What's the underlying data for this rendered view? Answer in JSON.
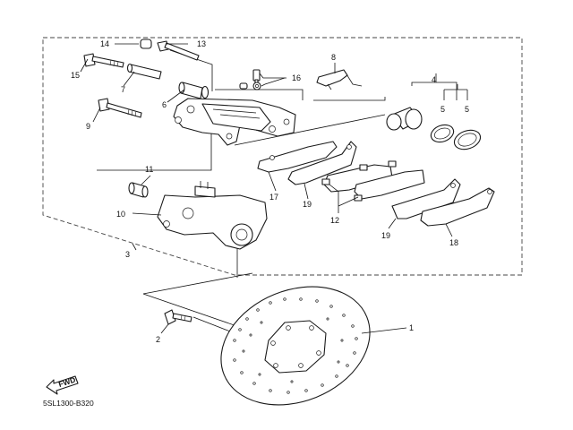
{
  "diagram": {
    "drawing_code": "5SL1300-B320",
    "fwd_label": "FWD",
    "callouts": [
      {
        "id": "c1",
        "label": "1"
      },
      {
        "id": "c2",
        "label": "2"
      },
      {
        "id": "c3",
        "label": "3"
      },
      {
        "id": "c4",
        "label": "4"
      },
      {
        "id": "c5a",
        "label": "5"
      },
      {
        "id": "c5b",
        "label": "5"
      },
      {
        "id": "c6",
        "label": "6"
      },
      {
        "id": "c7",
        "label": "7"
      },
      {
        "id": "c8",
        "label": "8"
      },
      {
        "id": "c9",
        "label": "9"
      },
      {
        "id": "c10",
        "label": "10"
      },
      {
        "id": "c11",
        "label": "11"
      },
      {
        "id": "c12",
        "label": "12"
      },
      {
        "id": "c13",
        "label": "13"
      },
      {
        "id": "c14",
        "label": "14"
      },
      {
        "id": "c15",
        "label": "15"
      },
      {
        "id": "c16",
        "label": "16"
      },
      {
        "id": "c17",
        "label": "17"
      },
      {
        "id": "c18",
        "label": "18"
      },
      {
        "id": "c19a",
        "label": "19"
      },
      {
        "id": "c19b",
        "label": "19"
      }
    ]
  }
}
